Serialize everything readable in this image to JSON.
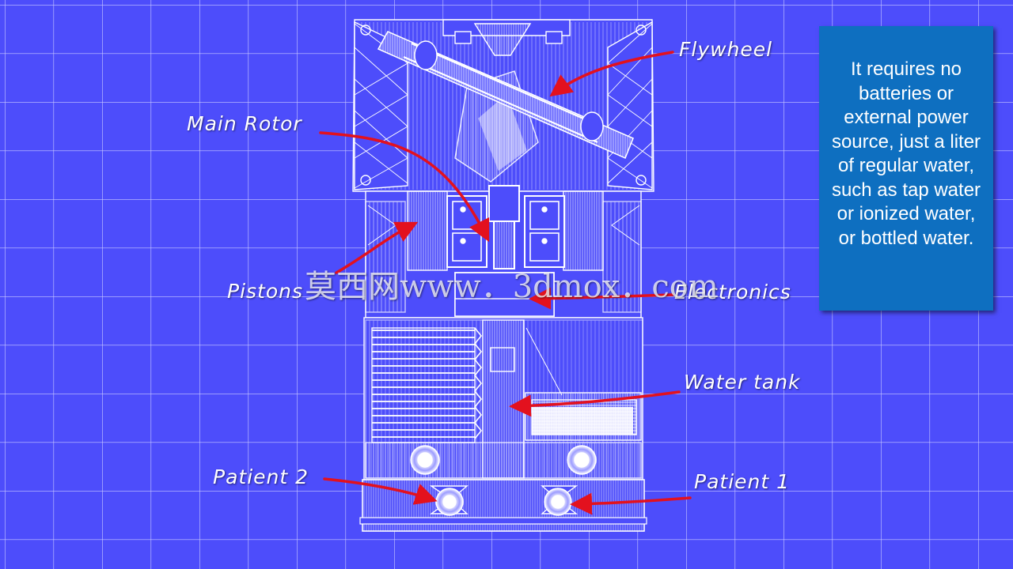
{
  "colors": {
    "background": "#4d4dfb",
    "grid": "#c9c9ff",
    "line": "#ffffff",
    "arrow": "#e3111e",
    "info_box": "#0e6fc0"
  },
  "labels": {
    "flywheel": "Flywheel",
    "main_rotor": "Main Rotor",
    "pistons": "Pistons",
    "electronics": "Electronics",
    "water_tank": "Water tank",
    "patient_2": "Patient 2",
    "patient_1": "Patient 1"
  },
  "info_text": "It requires no batteries or external power source, just a liter of regular water, such as tap water or ionized water, or bottled water.",
  "watermark": "莫西网www．3dmox．com"
}
